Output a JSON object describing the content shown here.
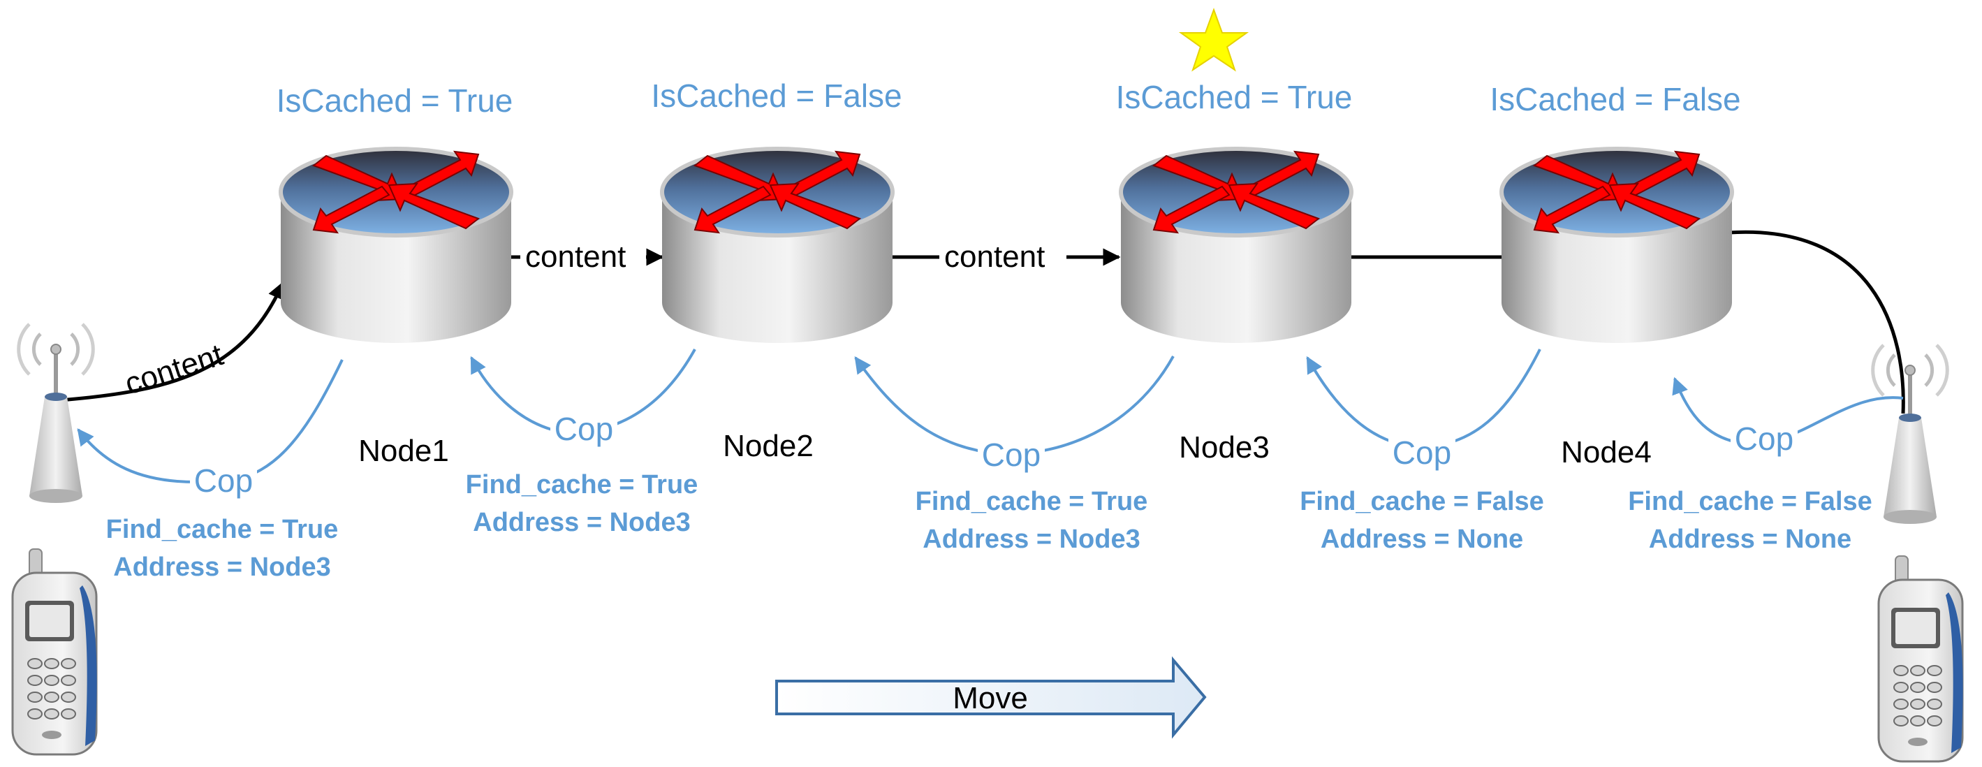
{
  "nodes": [
    {
      "name": "Node1",
      "is_cached": "IsCached = True"
    },
    {
      "name": "Node2",
      "is_cached": "IsCached = False"
    },
    {
      "name": "Node3",
      "is_cached": "IsCached = True"
    },
    {
      "name": "Node4",
      "is_cached": "IsCached = False"
    }
  ],
  "star_icon": "star-icon",
  "star_color": "#ffff00",
  "content_labels": {
    "ap_to_node1": "content",
    "node1_to_node2": "content",
    "node2_to_node3": "content"
  },
  "cop_label": "Cop",
  "cop_annotations": [
    {
      "find_cache": "Find_cache = True",
      "address": "Address = Node3"
    },
    {
      "find_cache": "Find_cache = True",
      "address": "Address = Node3"
    },
    {
      "find_cache": "Find_cache = True",
      "address": "Address = Node3"
    },
    {
      "find_cache": "Find_cache = False",
      "address": "Address = None"
    },
    {
      "find_cache": "Find_cache = False",
      "address": "Address = None"
    }
  ],
  "move_label": "Move",
  "colors": {
    "blue_label": "#5b9bd5",
    "router_arrows": "#ff0000",
    "router_top": "#5b9bd5"
  },
  "icons": [
    "router-icon",
    "access-point-icon",
    "mobile-phone-icon",
    "star-icon",
    "move-arrow-icon"
  ]
}
